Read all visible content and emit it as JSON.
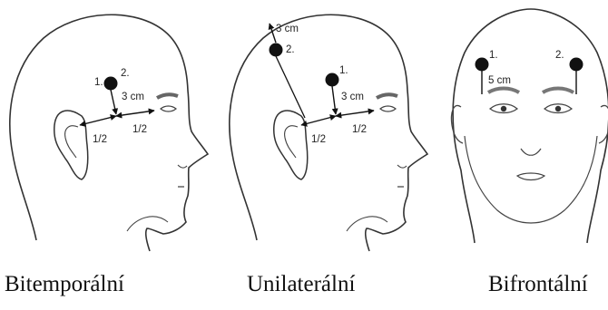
{
  "panels": [
    {
      "caption": "Bitemporální",
      "electrodes": [
        "1.",
        "2."
      ],
      "distance": "3 cm",
      "fractions": [
        "1/2",
        "1/2"
      ]
    },
    {
      "caption": "Unilaterální",
      "electrodes": [
        "1.",
        "2."
      ],
      "distances": [
        "3 cm",
        "3 cm"
      ],
      "fractions": [
        "1/2",
        "1/2"
      ]
    },
    {
      "caption": "Bifrontální",
      "electrodes": [
        "1.",
        "2."
      ],
      "distance": "5 cm"
    }
  ]
}
